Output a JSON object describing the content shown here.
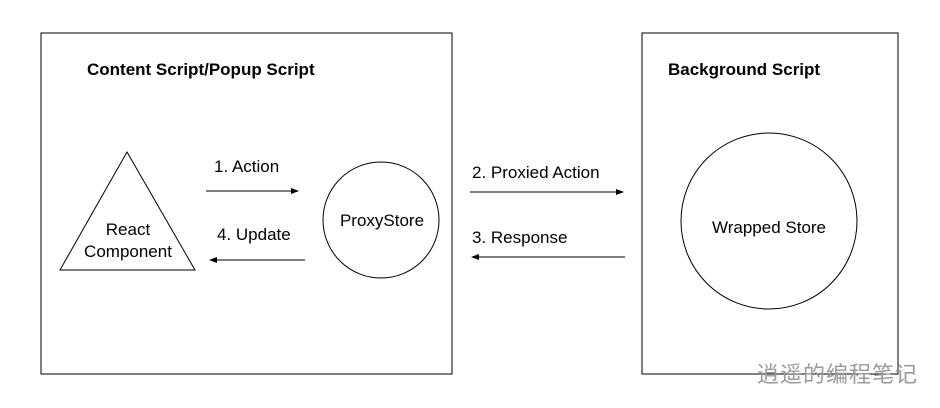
{
  "left_panel": {
    "title": "Content Script/Popup Script",
    "react_component": {
      "line1": "React",
      "line2": "Component"
    },
    "proxy_store": "ProxyStore",
    "arrow_action": "1. Action",
    "arrow_update": "4. Update"
  },
  "right_panel": {
    "title": "Background Script",
    "wrapped_store": "Wrapped Store"
  },
  "cross_arrows": {
    "proxied_action": "2. Proxied Action",
    "response": "3. Response"
  },
  "watermark": "逍遥的编程笔记",
  "colors": {
    "stroke": "#000000",
    "background": "#ffffff",
    "watermark": "#9a9a9a"
  }
}
